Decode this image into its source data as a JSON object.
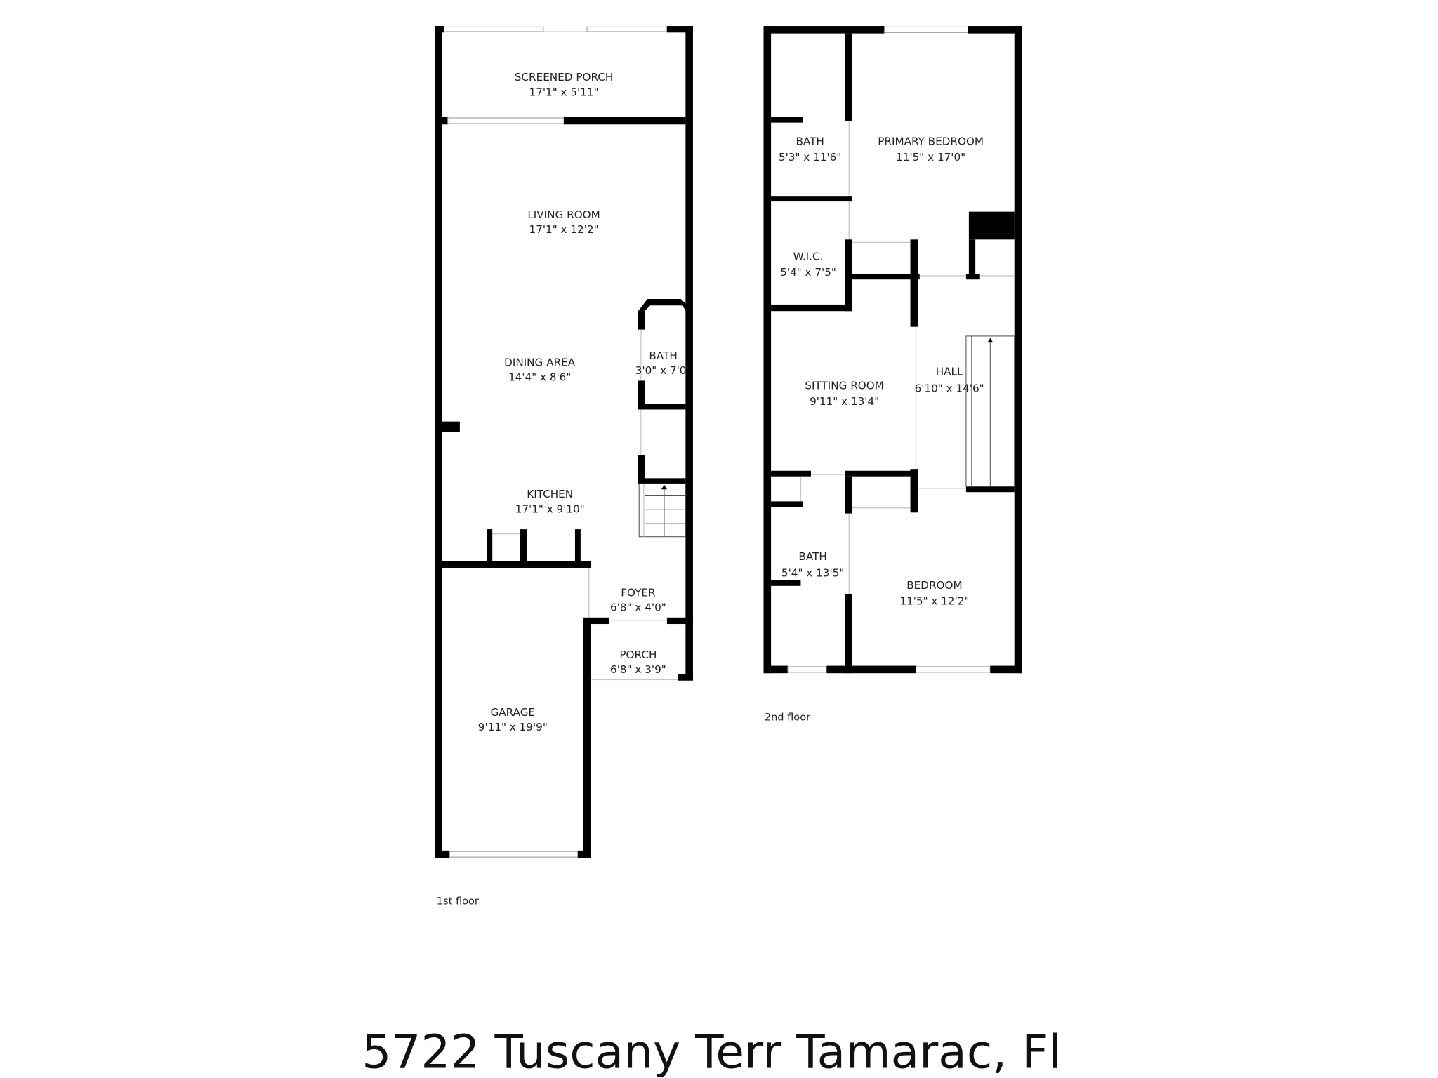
{
  "title": "5722 Tuscany Terr Tamarac, Fl",
  "floors": [
    {
      "label": "1st floor",
      "rooms": [
        {
          "name": "SCREENED PORCH",
          "size": "17'1\" x 5'11\""
        },
        {
          "name": "LIVING ROOM",
          "size": "17'1\" x 12'2\""
        },
        {
          "name": "DINING AREA",
          "size": "14'4\" x 8'6\""
        },
        {
          "name": "BATH",
          "size": "3'0\" x 7'0\""
        },
        {
          "name": "KITCHEN",
          "size": "17'1\" x 9'10\""
        },
        {
          "name": "FOYER",
          "size": "6'8\" x 4'0\""
        },
        {
          "name": "PORCH",
          "size": "6'8\" x 3'9\""
        },
        {
          "name": "GARAGE",
          "size": "9'11\" x 19'9\""
        }
      ]
    },
    {
      "label": "2nd floor",
      "rooms": [
        {
          "name": "BATH",
          "size": "5'3\" x 11'6\""
        },
        {
          "name": "PRIMARY BEDROOM",
          "size": "11'5\" x 17'0\""
        },
        {
          "name": "W.I.C.",
          "size": "5'4\" x 7'5\""
        },
        {
          "name": "SITTING ROOM",
          "size": "9'11\" x 13'4\""
        },
        {
          "name": "HALL",
          "size": "6'10\" x 14'6\""
        },
        {
          "name": "BATH",
          "size": "5'4\" x 13'5\""
        },
        {
          "name": "BEDROOM",
          "size": "11'5\" x 12'2\""
        }
      ]
    }
  ]
}
